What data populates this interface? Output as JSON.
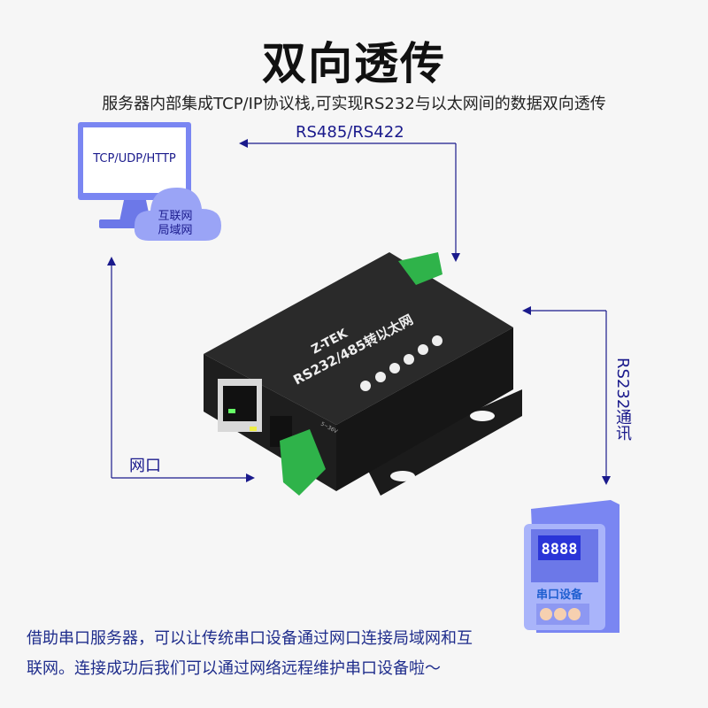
{
  "title": "双向透传",
  "subtitle": "服务器内部集成TCP/IP协议栈,可实现RS232与以太网间的数据双向透传",
  "computer": {
    "screen_text": "TCP/UDP/HTTP",
    "cloud_line1": "互联网",
    "cloud_line2": "局域网"
  },
  "labels": {
    "rs485": "RS485/RS422",
    "net_port": "网口",
    "rs232": "RS232通讯"
  },
  "device": {
    "brand": "Z-TEK",
    "model": "RS232/485转以太网",
    "voltage": "5~36V"
  },
  "serial_device": {
    "display": "8888",
    "label": "串口设备"
  },
  "bottom_text": {
    "line1": "借助串口服务器，可以让传统串口设备通过网口连接局域网和互",
    "line2": "联网。连接成功后我们可以通过网络远程维护串口设备啦～"
  },
  "colors": {
    "arrow": "#1a1a8c",
    "accent": "#6b7cf0"
  }
}
